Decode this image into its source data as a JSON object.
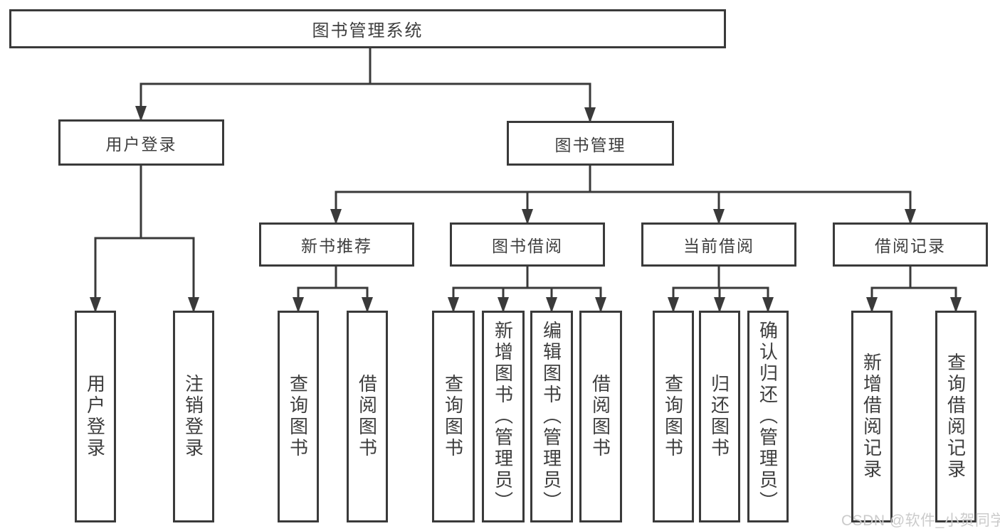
{
  "tree": {
    "root": {
      "label": "图书管理系统",
      "children": [
        {
          "label": "用户登录",
          "children": [
            {
              "label": "用户登录"
            },
            {
              "label": "注销登录"
            }
          ]
        },
        {
          "label": "图书管理",
          "children": [
            {
              "label": "新书推荐",
              "children": [
                {
                  "label": "查询图书"
                },
                {
                  "label": "借阅图书"
                }
              ]
            },
            {
              "label": "图书借阅",
              "children": [
                {
                  "label": "查询图书"
                },
                {
                  "label": "新增图书（管理员）"
                },
                {
                  "label": "编辑图书（管理员）"
                },
                {
                  "label": "借阅图书"
                }
              ]
            },
            {
              "label": "当前借阅",
              "children": [
                {
                  "label": "查询图书"
                },
                {
                  "label": "归还图书"
                },
                {
                  "label": "确认归还（管理员）"
                }
              ]
            },
            {
              "label": "借阅记录",
              "children": [
                {
                  "label": "新增借阅记录"
                },
                {
                  "label": "查询借阅记录"
                }
              ]
            }
          ]
        }
      ]
    }
  },
  "watermark": {
    "text": "CSDN @软件_小贺同学"
  },
  "colors": {
    "line": "#3a3a3a",
    "text": "#3e3e3e",
    "box_background": "#ffffff",
    "watermark": "#cbcbcb"
  }
}
